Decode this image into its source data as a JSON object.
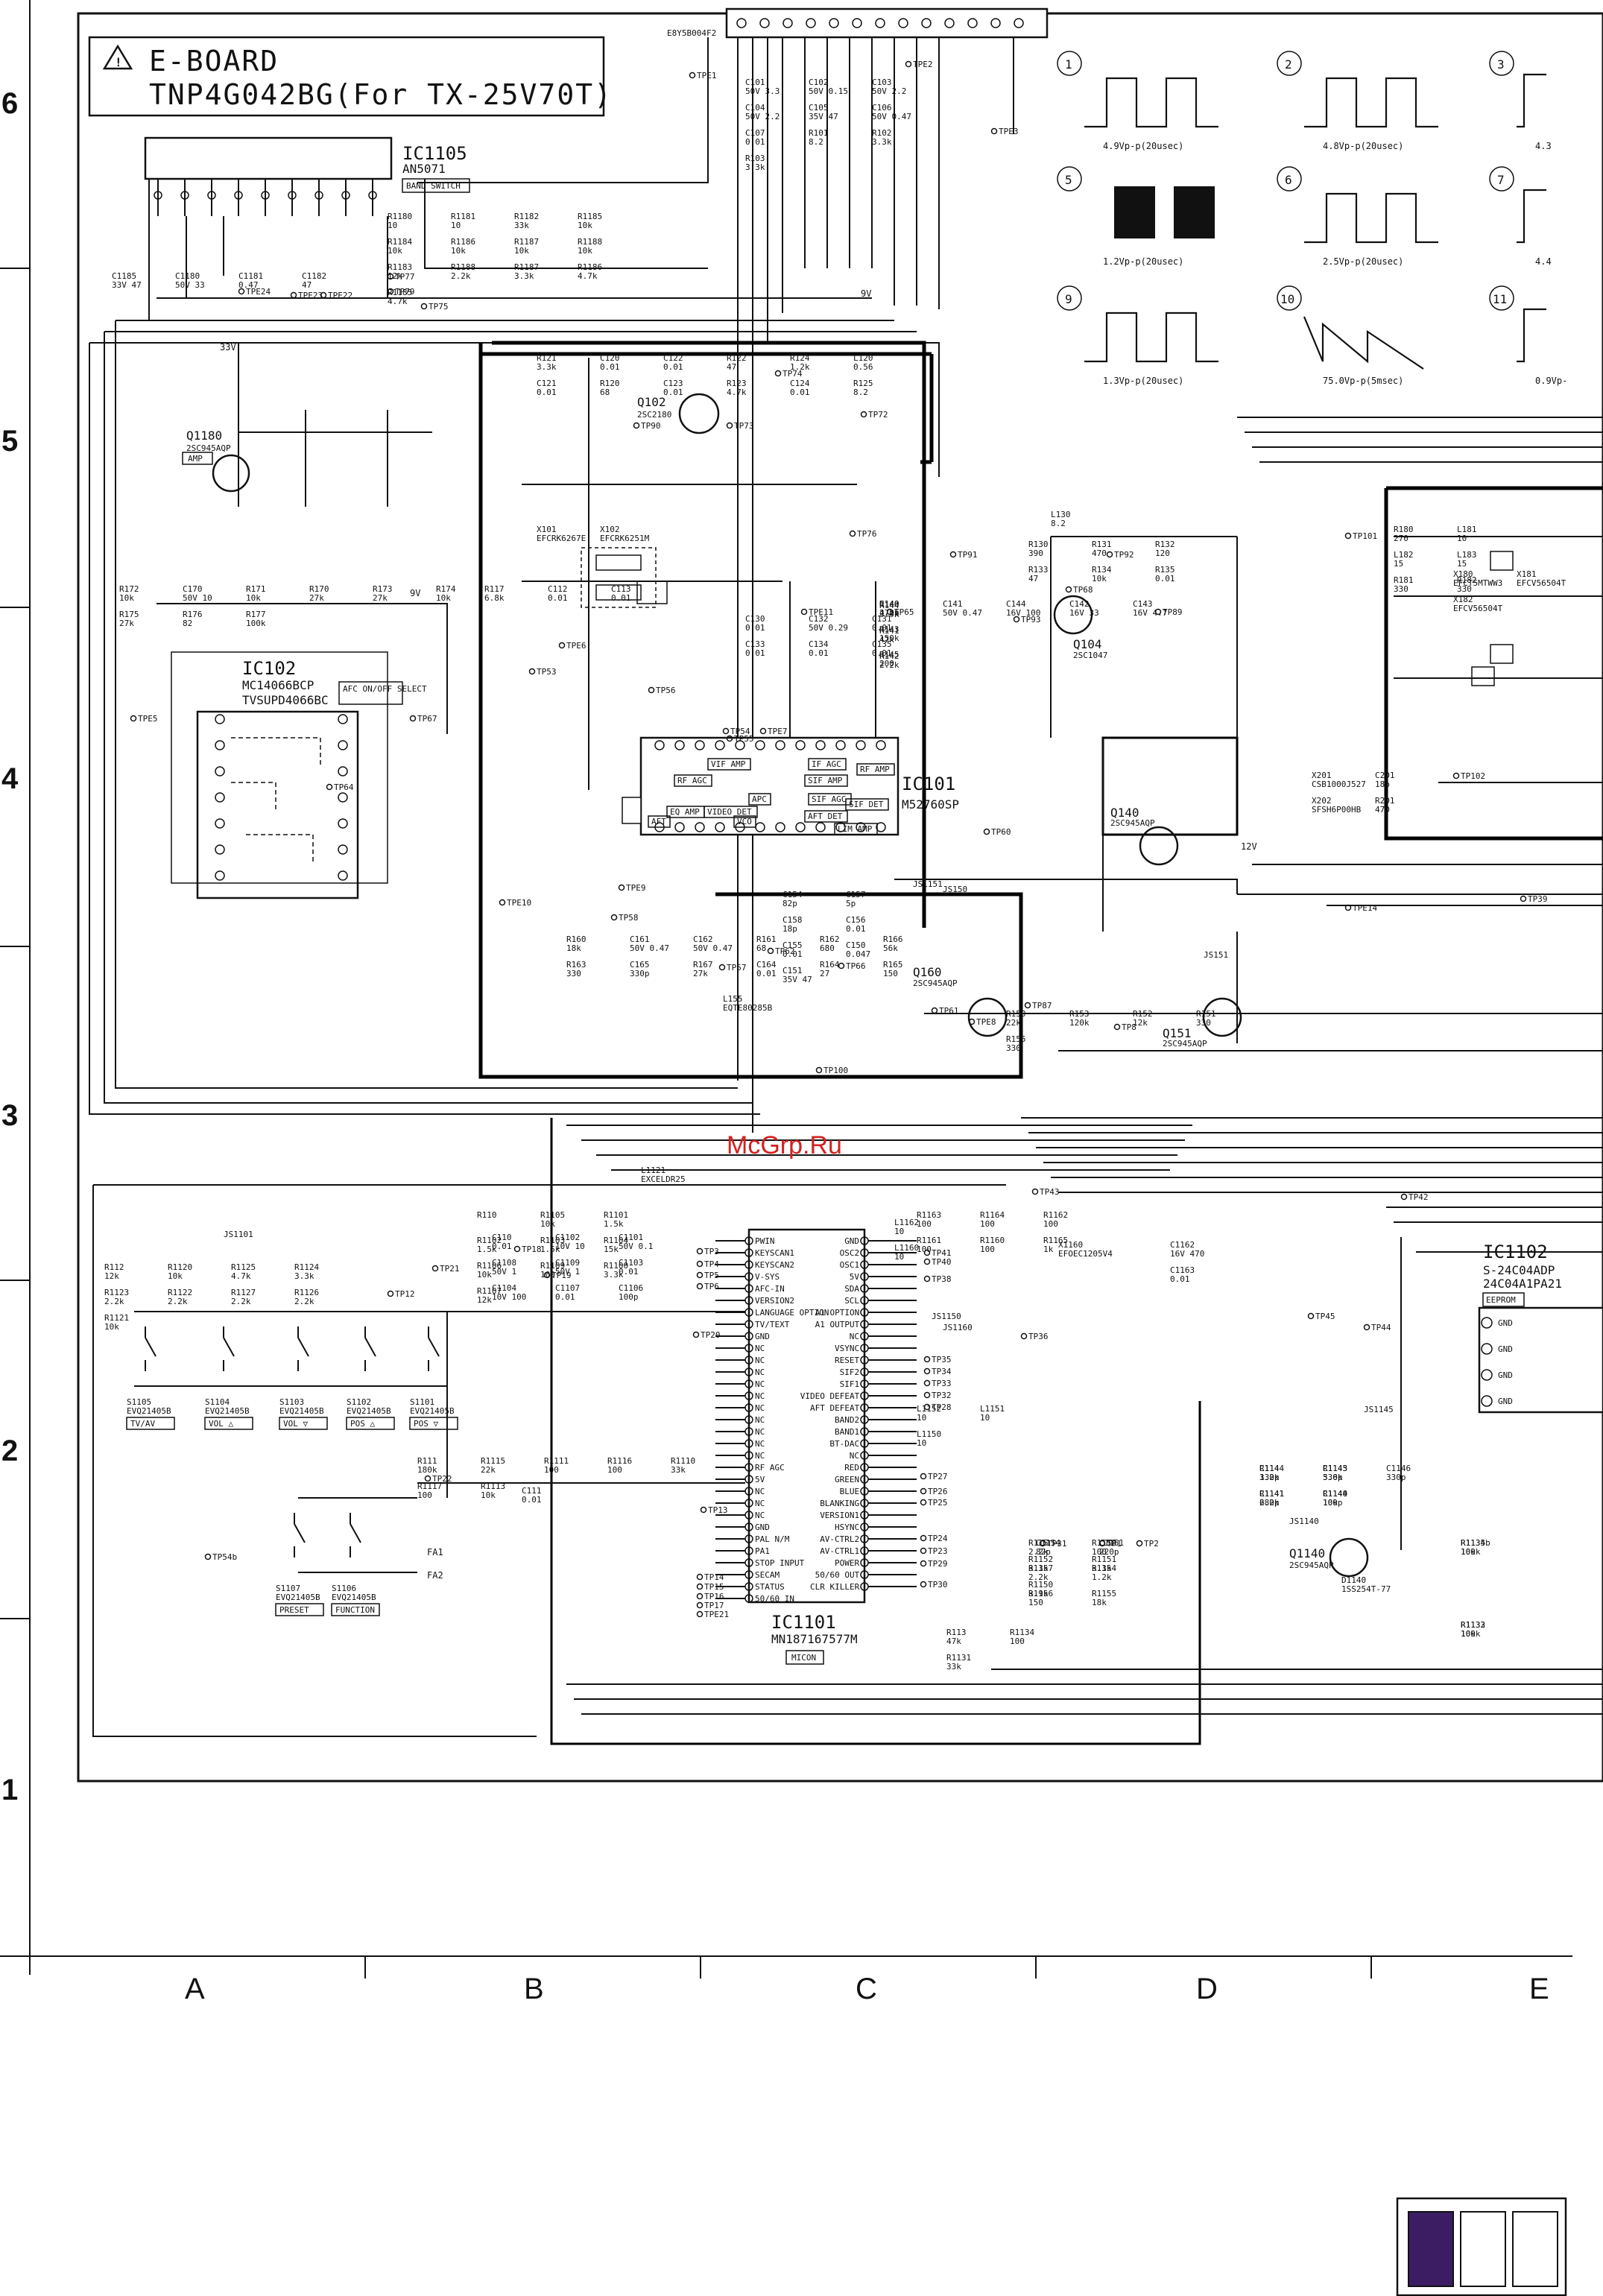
{
  "board": {
    "name": "E-BOARD",
    "part": "TNP4G042BG(For TX-25V70T)"
  },
  "grid": {
    "rows": [
      "6",
      "5",
      "4",
      "3",
      "2",
      "1"
    ],
    "cols": [
      "A",
      "B",
      "C",
      "D",
      "E"
    ]
  },
  "watermark": "McGrp.Ru",
  "ics": {
    "ic1105": {
      "ref": "IC1105",
      "part": "AN5071",
      "tag": "BAND SWITCH"
    },
    "ic102": {
      "ref": "IC102",
      "part1": "MC14066BCP",
      "part2": "TVSUPD4066BC",
      "tag": "AFC ON/OFF SELECT"
    },
    "ic101": {
      "ref": "IC101",
      "part": "M52760SP"
    },
    "ic1101": {
      "ref": "IC1101",
      "part": "MN187167577M",
      "tag": "MICON"
    },
    "ic1102": {
      "ref": "IC1102",
      "part1": "S-24C04ADP",
      "part2": "24C04A1PA21",
      "tag": "EEPROM"
    }
  },
  "ic101_blocks": [
    "VIF AMP",
    "IF AGC",
    "RF AGC",
    "SIF AMP",
    "RF AMP",
    "EQ AMP",
    "VIDEO DET",
    "APC",
    "SIF AGC",
    "SIF DET",
    "AFT",
    "VCO",
    "AFT DET",
    "LIM AMP"
  ],
  "ic1101_pins_left": [
    "PWIN",
    "KEYSCAN1",
    "KEYSCAN2",
    "V-SYS",
    "AFC-IN",
    "VERSION2",
    "LANGUAGE OPTION",
    "TV/TEXT",
    "GND",
    "NC",
    "NC",
    "NC",
    "NC",
    "NC",
    "NC",
    "NC",
    "NC",
    "NC",
    "NC",
    "RF AGC",
    "5V",
    "NC",
    "NC",
    "NC",
    "GND",
    "PAL N/M",
    "PA1",
    "STOP INPUT",
    "SECAM",
    "STATUS",
    "50/60 IN"
  ],
  "ic1101_pins_right": [
    "GND",
    "OSC2",
    "OSC1",
    "5V",
    "SDA",
    "SCL",
    "A1 OPTION",
    "A1 OUTPUT",
    "NC",
    "VSYNC",
    "RESET",
    "SIF2",
    "SIF1",
    "VIDEO DEFEAT",
    "AFT DEFEAT",
    "BAND2",
    "BAND1",
    "BT-DAC",
    "NC",
    "RED",
    "GREEN",
    "BLUE",
    "BLANKING",
    "VERSION1",
    "HSYNC",
    "AV-CTRL2",
    "AV-CTRL1",
    "POWER",
    "50/60 OUT",
    "CLR KILLER"
  ],
  "transistors": [
    {
      "ref": "Q1180",
      "part": "2SC945AQP",
      "tag": "AMP"
    },
    {
      "ref": "Q102",
      "part": "2SC2180"
    },
    {
      "ref": "Q104",
      "part": "2SC1047"
    },
    {
      "ref": "Q140",
      "part": "2SC945AQP"
    },
    {
      "ref": "Q160",
      "part": "2SC945AQP"
    },
    {
      "ref": "Q151",
      "part": "2SC945AQP"
    },
    {
      "ref": "Q1140",
      "part": "2SC945AQP"
    }
  ],
  "switches": [
    {
      "ref": "S1105",
      "part": "EVQ21405B",
      "label": "TV/AV"
    },
    {
      "ref": "S1104",
      "part": "EVQ21405B",
      "label": "VOL △"
    },
    {
      "ref": "S1103",
      "part": "EVQ21405B",
      "label": "VOL ▽"
    },
    {
      "ref": "S1102",
      "part": "EVQ21405B",
      "label": "POS △"
    },
    {
      "ref": "S1101",
      "part": "EVQ21405B",
      "label": "POS ▽"
    },
    {
      "ref": "S1107",
      "part": "EVQ21405B",
      "label": "PRESET"
    },
    {
      "ref": "S1106",
      "part": "EVQ21405B",
      "label": "FUNCTION"
    }
  ],
  "waveforms": [
    {
      "num": "1",
      "caption": "4.9Vp-p(20usec)"
    },
    {
      "num": "2",
      "caption": "4.8Vp-p(20usec)"
    },
    {
      "num": "3",
      "caption": "4.3"
    },
    {
      "num": "5",
      "caption": "1.2Vp-p(20usec)"
    },
    {
      "num": "6",
      "caption": "2.5Vp-p(20usec)"
    },
    {
      "num": "7",
      "caption": "4.4"
    },
    {
      "num": "9",
      "caption": "1.3Vp-p(20usec)"
    },
    {
      "num": "10",
      "caption": "75.0Vp-p(5msec)"
    },
    {
      "num": "11",
      "caption": "0.9Vp-"
    }
  ],
  "rails": {
    "v33": "33V",
    "v9": "9V",
    "v12": "12V"
  },
  "connector": {
    "ref": "E8Y5B004F2"
  },
  "test_points": [
    "TPE1",
    "TPE2",
    "TPE3",
    "TPE24",
    "TPE23",
    "TPE22",
    "TP77",
    "TP79",
    "TP75",
    "TP74",
    "TP73",
    "TP72",
    "TP76",
    "TP90",
    "TP91",
    "TP92",
    "TP93",
    "TP89",
    "TP68",
    "TP65",
    "TP67",
    "TPE5",
    "TPE6",
    "TP53",
    "TP56",
    "TP55",
    "TP54",
    "TPE7",
    "TPE11",
    "TP64",
    "TPE10",
    "TP58",
    "TP57",
    "TP62",
    "TP66",
    "TPE9",
    "TP87",
    "TP8",
    "TP60",
    "TP61",
    "TPE8",
    "TP100",
    "TP101",
    "TP102",
    "TPE14",
    "TP39",
    "TP43",
    "TP42",
    "TP41",
    "TP40",
    "TP38",
    "TP36",
    "TP35",
    "TP34",
    "TP33",
    "TP32",
    "TP28",
    "TP27",
    "TP26",
    "TP25",
    "TP24",
    "TP23",
    "TP29",
    "TP30",
    "TP31",
    "TP1",
    "TP2",
    "TP3",
    "TP4",
    "TP5",
    "TP6",
    "TP18",
    "TP19",
    "TP20",
    "TP21",
    "TP22",
    "TP12",
    "TP13",
    "TP14",
    "TP15",
    "TP16",
    "TP17",
    "TPE21",
    "TP54b",
    "TP45",
    "TP44"
  ],
  "passives": [
    {
      "ref": "R1180",
      "val": "10"
    },
    {
      "ref": "R1181",
      "val": "10"
    },
    {
      "ref": "R1182",
      "val": "33k"
    },
    {
      "ref": "C1185",
      "val": "33V 47"
    },
    {
      "ref": "R1185",
      "val": "10k"
    },
    {
      "ref": "R1184",
      "val": "10k"
    },
    {
      "ref": "C1180",
      "val": "50V 33"
    },
    {
      "ref": "R1186",
      "val": "10k"
    },
    {
      "ref": "R1187",
      "val": "10k"
    },
    {
      "ref": "R1188",
      "val": "10k"
    },
    {
      "ref": "C1181",
      "val": "0.47"
    },
    {
      "ref": "C1182",
      "val": "47"
    },
    {
      "ref": "R1183",
      "val": "12k"
    },
    {
      "ref": "C101",
      "val": "50V 3.3"
    },
    {
      "ref": "C102",
      "val": "50V 0.15"
    },
    {
      "ref": "C103",
      "val": "50V 2.2"
    },
    {
      "ref": "C104",
      "val": "50V 2.2"
    },
    {
      "ref": "C105",
      "val": "35V 47"
    },
    {
      "ref": "C106",
      "val": "50V 0.47"
    },
    {
      "ref": "C107",
      "val": "0.01"
    },
    {
      "ref": "R101",
      "val": "8.2"
    },
    {
      "ref": "R102",
      "val": "3.3k"
    },
    {
      "ref": "R103",
      "val": "3.3k"
    },
    {
      "ref": "R121",
      "val": "3.3k"
    },
    {
      "ref": "C120",
      "val": "0.01"
    },
    {
      "ref": "C122",
      "val": "0.01"
    },
    {
      "ref": "R122",
      "val": "47"
    },
    {
      "ref": "R124",
      "val": "1.2k"
    },
    {
      "ref": "L120",
      "val": "0.56"
    },
    {
      "ref": "C121",
      "val": "0.01"
    },
    {
      "ref": "R120",
      "val": "68"
    },
    {
      "ref": "C123",
      "val": "0.01"
    },
    {
      "ref": "R123",
      "val": "4.7k"
    },
    {
      "ref": "C124",
      "val": "0.01"
    },
    {
      "ref": "R125",
      "val": "8.2"
    },
    {
      "ref": "R117",
      "val": "6.8k"
    },
    {
      "ref": "R172",
      "val": "10k"
    },
    {
      "ref": "C170",
      "val": "50V 10"
    },
    {
      "ref": "R171",
      "val": "10k"
    },
    {
      "ref": "R170",
      "val": "27k"
    },
    {
      "ref": "R173",
      "val": "27k"
    },
    {
      "ref": "R174",
      "val": "10k"
    },
    {
      "ref": "R175",
      "val": "27k"
    },
    {
      "ref": "R112",
      "val": "12k"
    },
    {
      "ref": "R111",
      "val": "180k"
    },
    {
      "ref": "C110",
      "val": "0.01"
    },
    {
      "ref": "C111",
      "val": "0.01"
    },
    {
      "ref": "R115",
      "val": "2.2k"
    },
    {
      "ref": "R113",
      "val": "47k"
    },
    {
      "ref": "X101",
      "val": "EFCRK6267E"
    },
    {
      "ref": "R110",
      "val": ""
    },
    {
      "ref": "R114",
      "val": "1.2k"
    },
    {
      "ref": "C112",
      "val": "0.01"
    },
    {
      "ref": "C113",
      "val": "0.01"
    },
    {
      "ref": "C130",
      "val": "0.01"
    },
    {
      "ref": "C132",
      "val": "50V 0.29"
    },
    {
      "ref": "R140",
      "val": "2.2k"
    },
    {
      "ref": "C140",
      "val": "470p"
    },
    {
      "ref": "C141",
      "val": "50V 0.47"
    },
    {
      "ref": "X102",
      "val": "EFCRK6251M"
    },
    {
      "ref": "R130",
      "val": "390"
    },
    {
      "ref": "C131",
      "val": "0.01"
    },
    {
      "ref": "R131",
      "val": "470"
    },
    {
      "ref": "R132",
      "val": "120"
    },
    {
      "ref": "C133",
      "val": "0.01"
    },
    {
      "ref": "R133",
      "val": "47"
    },
    {
      "ref": "R134",
      "val": "10k"
    },
    {
      "ref": "C134",
      "val": "0.01"
    },
    {
      "ref": "C135",
      "val": "0.01"
    },
    {
      "ref": "R135",
      "val": "0.01"
    },
    {
      "ref": "L130",
      "val": "8.2"
    },
    {
      "ref": "R143",
      "val": "150k"
    },
    {
      "ref": "R145",
      "val": "200"
    },
    {
      "ref": "R144",
      "val": "3.9k"
    },
    {
      "ref": "C144",
      "val": "16V 100"
    },
    {
      "ref": "C142",
      "val": "16V 33"
    },
    {
      "ref": "C143",
      "val": "16V 4.7"
    },
    {
      "ref": "R141",
      "val": "47k"
    },
    {
      "ref": "R142",
      "val": "2.2k"
    },
    {
      "ref": "C154",
      "val": "82p"
    },
    {
      "ref": "R160",
      "val": "18k"
    },
    {
      "ref": "C161",
      "val": "50V 0.47"
    },
    {
      "ref": "C162",
      "val": "50V 0.47"
    },
    {
      "ref": "R150",
      "val": "22k"
    },
    {
      "ref": "R161",
      "val": "68"
    },
    {
      "ref": "R162",
      "val": "680"
    },
    {
      "ref": "C157",
      "val": "5p"
    },
    {
      "ref": "C158",
      "val": "18p"
    },
    {
      "ref": "C156",
      "val": "0.01"
    },
    {
      "ref": "C155",
      "val": "0.01"
    },
    {
      "ref": "L155",
      "val": "EQTE80285B"
    },
    {
      "ref": "R166",
      "val": "56k"
    },
    {
      "ref": "R163",
      "val": "330"
    },
    {
      "ref": "C165",
      "val": "330p"
    },
    {
      "ref": "R167",
      "val": "27k"
    },
    {
      "ref": "C164",
      "val": "0.01"
    },
    {
      "ref": "R164",
      "val": "27"
    },
    {
      "ref": "R165",
      "val": "150"
    },
    {
      "ref": "R176",
      "val": "82"
    },
    {
      "ref": "R177",
      "val": "100k"
    },
    {
      "ref": "C150",
      "val": "0.047"
    },
    {
      "ref": "R153",
      "val": "120k"
    },
    {
      "ref": "R152",
      "val": "12k"
    },
    {
      "ref": "R151",
      "val": "330"
    },
    {
      "ref": "R155",
      "val": "330"
    },
    {
      "ref": "R180",
      "val": "270"
    },
    {
      "ref": "L181",
      "val": "10"
    },
    {
      "ref": "L182",
      "val": "15"
    },
    {
      "ref": "L183",
      "val": "15"
    },
    {
      "ref": "R181",
      "val": "330"
    },
    {
      "ref": "R182",
      "val": "330"
    },
    {
      "ref": "X180",
      "val": "EFCT5MTWW3"
    },
    {
      "ref": "X181",
      "val": "EFCV56504T"
    },
    {
      "ref": "X182",
      "val": "EFCV56504T"
    },
    {
      "ref": "X201",
      "val": "CSB1000J527"
    },
    {
      "ref": "C201",
      "val": "18p"
    },
    {
      "ref": "C151",
      "val": "35V 47"
    },
    {
      "ref": "X202",
      "val": "SFSH6P00HB"
    },
    {
      "ref": "R201",
      "val": "470"
    },
    {
      "ref": "L1121",
      "val": "EXCELDR25"
    },
    {
      "ref": "L1162",
      "val": "10"
    },
    {
      "ref": "R1105",
      "val": "10k"
    },
    {
      "ref": "C1102",
      "val": "10V 10"
    },
    {
      "ref": "R1101",
      "val": "1.5k"
    },
    {
      "ref": "R1102",
      "val": "1.5k"
    },
    {
      "ref": "R1103",
      "val": "1.5k"
    },
    {
      "ref": "R1104",
      "val": "15k"
    },
    {
      "ref": "R1106",
      "val": "10k"
    },
    {
      "ref": "R1109",
      "val": "100"
    },
    {
      "ref": "C1101",
      "val": "50V 0.1"
    },
    {
      "ref": "R1120",
      "val": "10k"
    },
    {
      "ref": "R1100",
      "val": "3.3k"
    },
    {
      "ref": "R1107",
      "val": "12k"
    },
    {
      "ref": "C1108",
      "val": "50V 1"
    },
    {
      "ref": "R1125",
      "val": "4.7k"
    },
    {
      "ref": "R1124",
      "val": "3.3k"
    },
    {
      "ref": "R1123",
      "val": "2.2k"
    },
    {
      "ref": "R1122",
      "val": "2.2k"
    },
    {
      "ref": "R1127",
      "val": "2.2k"
    },
    {
      "ref": "R1126",
      "val": "2.2k"
    },
    {
      "ref": "R1121",
      "val": "10k"
    },
    {
      "ref": "C1109",
      "val": "50V 1"
    },
    {
      "ref": "C1103",
      "val": "0.01"
    },
    {
      "ref": "C1104",
      "val": "10V 100"
    },
    {
      "ref": "C1107",
      "val": "0.01"
    },
    {
      "ref": "C1106",
      "val": "100p"
    },
    {
      "ref": "R1115",
      "val": "22k"
    },
    {
      "ref": "R1111",
      "val": "100"
    },
    {
      "ref": "R1116",
      "val": "100"
    },
    {
      "ref": "R1110",
      "val": "33k"
    },
    {
      "ref": "R1117",
      "val": "100"
    },
    {
      "ref": "X1160",
      "val": "EFOEC1205V4"
    },
    {
      "ref": "C1162",
      "val": "16V 470"
    },
    {
      "ref": "C1163",
      "val": "0.01"
    },
    {
      "ref": "R1163",
      "val": "100"
    },
    {
      "ref": "R1164",
      "val": "100"
    },
    {
      "ref": "R1162",
      "val": "100"
    },
    {
      "ref": "R1161",
      "val": "100"
    },
    {
      "ref": "R1160",
      "val": "100"
    },
    {
      "ref": "R1158",
      "val": "100"
    },
    {
      "ref": "R1157",
      "val": "2.2k"
    },
    {
      "ref": "L1152",
      "val": "10"
    },
    {
      "ref": "L1151",
      "val": "10"
    },
    {
      "ref": "L1150",
      "val": "10"
    },
    {
      "ref": "L1160",
      "val": "10"
    },
    {
      "ref": "R1188",
      "val": "2.2k"
    },
    {
      "ref": "R1187",
      "val": "3.3k"
    },
    {
      "ref": "R1186",
      "val": "4.7k"
    },
    {
      "ref": "R1185",
      "val": "4.7k"
    },
    {
      "ref": "R1143",
      "val": "5.6k"
    },
    {
      "ref": "R1154",
      "val": "1.2k"
    },
    {
      "ref": "C1154",
      "val": "82p"
    },
    {
      "ref": "C1151",
      "val": "220p"
    },
    {
      "ref": "R1156",
      "val": "150"
    },
    {
      "ref": "R1155",
      "val": "18k"
    },
    {
      "ref": "R1134",
      "val": "100"
    },
    {
      "ref": "R1131",
      "val": "33k"
    },
    {
      "ref": "R1113",
      "val": "10k"
    },
    {
      "ref": "R1152",
      "val": "3.3k"
    },
    {
      "ref": "R1151",
      "val": "3.3k"
    },
    {
      "ref": "R1150",
      "val": "3.9k"
    },
    {
      "ref": "C1144",
      "val": "330p"
    },
    {
      "ref": "C1145",
      "val": "330p"
    },
    {
      "ref": "C1146",
      "val": "330p"
    },
    {
      "ref": "R1165",
      "val": "1k"
    },
    {
      "ref": "R1141",
      "val": "2.2k"
    },
    {
      "ref": "R1144",
      "val": "10k"
    },
    {
      "ref": "C1141",
      "val": "680p"
    },
    {
      "ref": "C1140",
      "val": "100p"
    },
    {
      "ref": "D1140",
      "val": "1SS254T-77"
    },
    {
      "ref": "R1134b",
      "val": "10k"
    },
    {
      "ref": "R1135",
      "val": "100k"
    },
    {
      "ref": "R1132",
      "val": "10k"
    },
    {
      "ref": "R1133",
      "val": "100k"
    }
  ],
  "jumpers": [
    "JS1101",
    "JS1140",
    "JS1145",
    "JS1150",
    "JS1151",
    "JS1160",
    "JS150",
    "JS151"
  ],
  "signal_labels": [
    "FA1",
    "FA2"
  ],
  "color_bar": {
    "colors": [
      "#3c1d64",
      "#ffffff",
      "#ffffff"
    ]
  }
}
